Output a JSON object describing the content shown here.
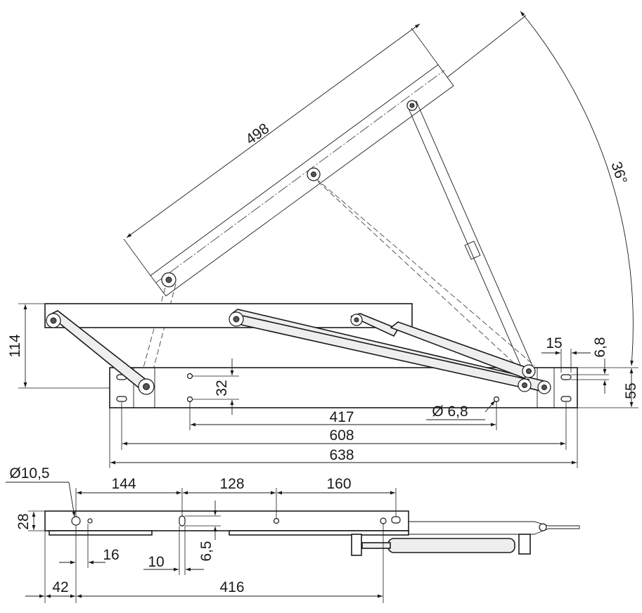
{
  "diagram": {
    "dimensions": {
      "arm_length": "498",
      "opening_angle": "36°",
      "height": "114",
      "bracket_height": "55",
      "slot_width": "15",
      "slot_height": "6,8",
      "hole_spacing_vertical": "32",
      "hole_spacing_417": "417",
      "bracket_span_608": "608",
      "overall_length": "638",
      "hole_diameter_small": "Ø 6,8",
      "hole_diameter_large": "Ø10,5",
      "spacing_144": "144",
      "spacing_128": "128",
      "spacing_160": "160",
      "depth_28": "28",
      "offset_16": "16",
      "offset_10": "10",
      "hole_6_5": "6,5",
      "offset_42": "42",
      "length_416": "416"
    }
  }
}
